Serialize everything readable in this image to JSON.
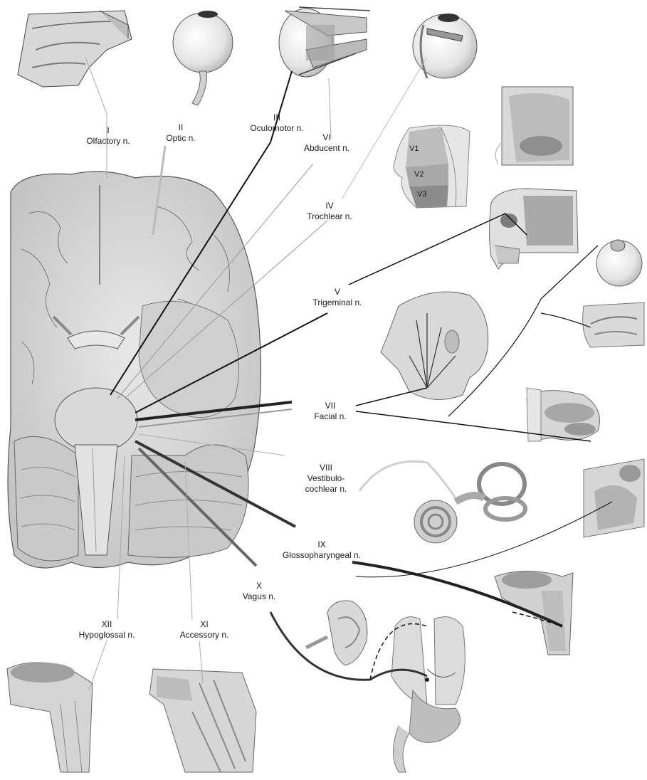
{
  "colors": {
    "background": "#ffffff",
    "nerve_stroke": "#1a1a1a",
    "tissue_fill": "#d4d4d4",
    "tissue_dark": "#9a9a9a"
  },
  "nerves": [
    {
      "id": "I",
      "numeral": "I",
      "name": "Olfactory n."
    },
    {
      "id": "II",
      "numeral": "II",
      "name": "Optic n."
    },
    {
      "id": "III",
      "numeral": "III",
      "name": "Oculomotor n."
    },
    {
      "id": "VI",
      "numeral": "VI",
      "name": "Abducent n."
    },
    {
      "id": "IV",
      "numeral": "IV",
      "name": "Trochlear n."
    },
    {
      "id": "V",
      "numeral": "V",
      "name": "Trigeminal n."
    },
    {
      "id": "VII",
      "numeral": "VII",
      "name": "Facial n."
    },
    {
      "id": "VIII",
      "numeral": "VIII",
      "name_line1": "Vestibulo-",
      "name_line2": "cochlear n."
    },
    {
      "id": "IX",
      "numeral": "IX",
      "name": "Glossopharyngeal n."
    },
    {
      "id": "X",
      "numeral": "X",
      "name": "Vagus n."
    },
    {
      "id": "XII",
      "numeral": "XII",
      "name": "Hypoglossal n."
    },
    {
      "id": "XI",
      "numeral": "XI",
      "name": "Accessory n."
    }
  ],
  "trigeminal_divisions": [
    "V1",
    "V2",
    "V3"
  ],
  "illustrations": [
    "nasal-cavity",
    "eyeball",
    "orbit-muscles",
    "eyeball-trochlear",
    "face-divisions",
    "nasopharynx",
    "skull-lateral",
    "brain-inferior",
    "head-facial-branches",
    "eyeball-small",
    "nasal-small",
    "tongue",
    "inner-ear",
    "parotid-region",
    "pharynx",
    "external-ear",
    "thoracic-viscera",
    "tongue-neck",
    "neck-muscles"
  ]
}
